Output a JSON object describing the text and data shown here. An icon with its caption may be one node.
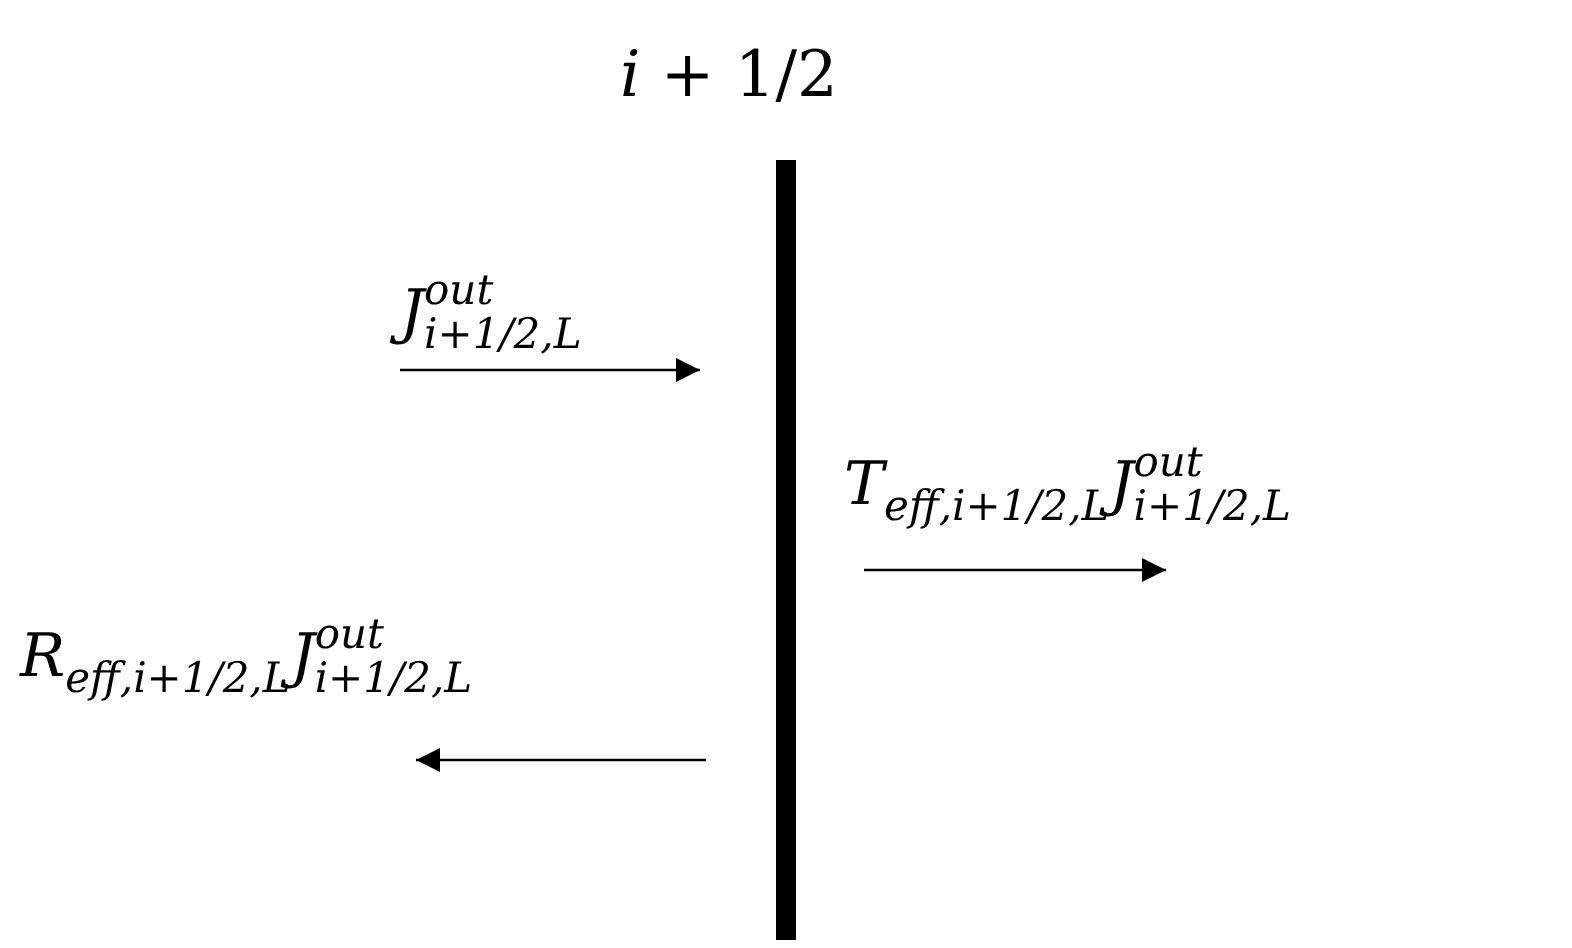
{
  "diagram": {
    "title": "*i* + 1/2",
    "labels": [
      "J$^{out}$$_{i+1/2,L}$",
      "T$_{eff,i+1/2,L}$J$^{out}$$_{i+1/2,L}$",
      "R$_{eff,i+1/2,L}$J$^{out}$$_{i+1/2,L}$"
    ]
  }
}
